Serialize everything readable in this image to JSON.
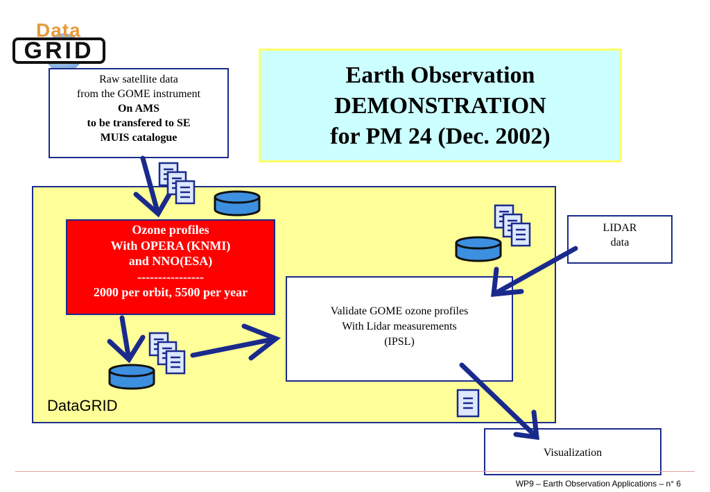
{
  "logo": {
    "top": "Data",
    "bottom": "GRID"
  },
  "title": {
    "lines": [
      "Earth Observation",
      "DEMONSTRATION",
      "for PM 24 (Dec. 2002)"
    ]
  },
  "raw_box": {
    "lines": [
      "Raw satellite data",
      "from the GOME instrument",
      "On AMS",
      "to be transfered to SE",
      "MUIS catalogue"
    ]
  },
  "ozone_box": {
    "lines": [
      "Ozone profiles",
      "With OPERA (KNMI)",
      "and NNO(ESA)",
      "----------------",
      "2000 per orbit, 5500 per year"
    ]
  },
  "validate_box": {
    "lines": [
      "Validate GOME ozone profiles",
      "With Lidar measurements",
      "(IPSL)"
    ]
  },
  "lidar_box": {
    "lines": [
      "LIDAR",
      "data"
    ]
  },
  "visualization_box": {
    "label": "Visualization"
  },
  "region_label": "DataGRID",
  "footer": "WP9 – Earth Observation Applications –  n° 6",
  "colors": {
    "title_bg": "#ccffff",
    "title_border": "#ffff66",
    "region_bg": "#ffff99",
    "ozone_bg": "#ff0000",
    "border": "#1a2a8c",
    "arrow": "#1a2a8c",
    "doc_fill": "#dde8ff",
    "db_fill": "#3d8fe0"
  }
}
